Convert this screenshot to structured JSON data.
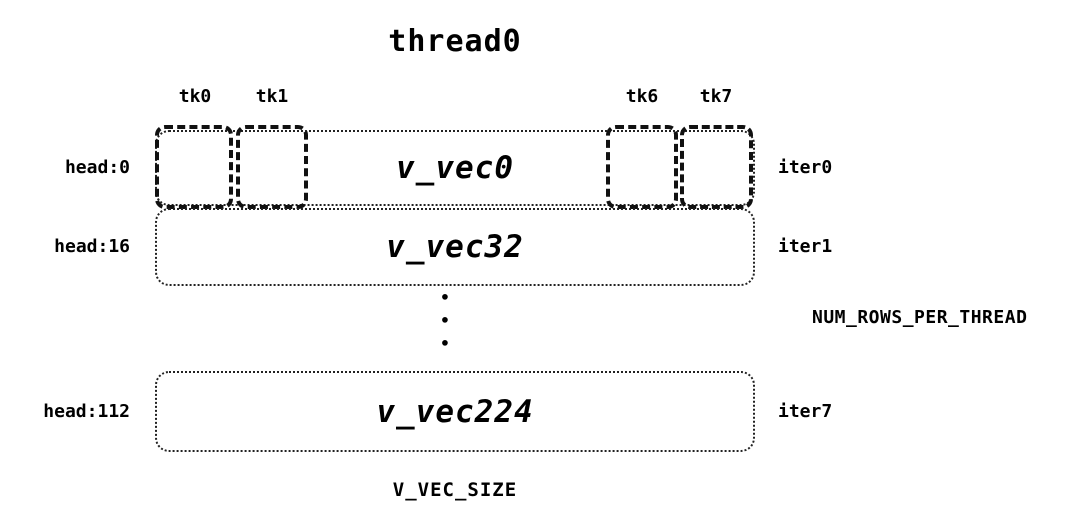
{
  "title": "thread0",
  "ticks": [
    {
      "label": "tk0"
    },
    {
      "label": "tk1"
    },
    {
      "label": "tk6"
    },
    {
      "label": "tk7"
    }
  ],
  "rows": [
    {
      "head": "head:0",
      "vec": "v_vec0",
      "iter": "iter0"
    },
    {
      "head": "head:16",
      "vec": "v_vec32",
      "iter": "iter1"
    },
    {
      "head": "head:112",
      "vec": "v_vec224",
      "iter": "iter7"
    }
  ],
  "ellipsis_dot": "•",
  "annotations": {
    "num_rows": "NUM_ROWS_PER_THREAD",
    "v_vec_size": "V_VEC_SIZE"
  }
}
